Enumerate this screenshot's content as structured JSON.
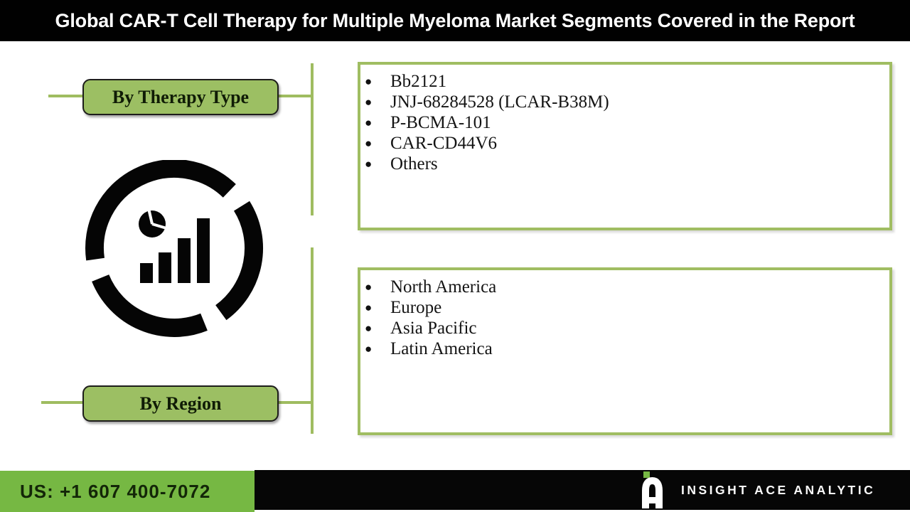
{
  "header": {
    "title": "Global CAR-T Cell Therapy for Multiple Myeloma Market Segments Covered in the Report"
  },
  "segments": [
    {
      "label": "By Therapy Type",
      "items": [
        "Bb2121",
        "JNJ-68284528 (LCAR-B38M)",
        "P-BCMA-101",
        "CAR-CD44V6",
        "Others"
      ]
    },
    {
      "label": "By Region",
      "items": [
        "North America",
        "Europe",
        "Asia Pacific",
        "Latin America"
      ]
    }
  ],
  "icons": {
    "center_icon": "market-analytics-chart-icon",
    "logo_icon": "insight-ace-logo"
  },
  "footer": {
    "phone": "US: +1 607 400-7072",
    "brand": "INSIGHT ACE ANALYTIC"
  },
  "colors": {
    "header_bg": "#010101",
    "olive_line": "#9fbc60",
    "button_fill": "#9cbf63",
    "box_border": "#a0bd62",
    "footer_green": "#76b843",
    "footer_black": "#060606",
    "icon_black": "#050505"
  }
}
